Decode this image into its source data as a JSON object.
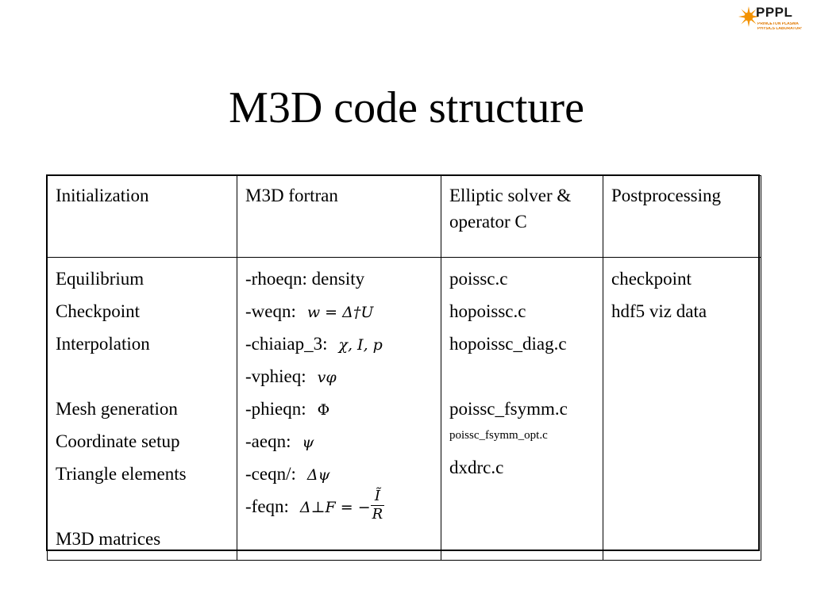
{
  "logo": {
    "name": "PPPL",
    "line1": "PRINCETON PLASMA",
    "line2": "PHYSICS LABORATORY"
  },
  "title": "M3D code structure",
  "table": {
    "headers": [
      "Initialization",
      "M3D fortran",
      "Elliptic solver & operator C",
      "Postprocessing"
    ],
    "initialization": [
      "Equilibrium",
      "Checkpoint",
      "Interpolation",
      "",
      "Mesh generation",
      "Coordinate setup",
      "Triangle elements",
      "",
      "M3D matrices"
    ],
    "fortran": [
      {
        "label": "-rhoeqn: density",
        "math": ""
      },
      {
        "label": "-weqn:",
        "math": "w = Δ†U"
      },
      {
        "label": "-chiaiap_3:",
        "math": "χ, I, p"
      },
      {
        "label": "-vphieq:",
        "math": "vφ"
      },
      {
        "label": "-phieqn:",
        "math": "Φ"
      },
      {
        "label": "-aeqn:",
        "math": "ψ"
      },
      {
        "label": "-ceqn/:",
        "math": "Δψ"
      },
      {
        "label": "-feqn:",
        "math": "Δ⊥F = −",
        "frac_num": "Ĩ",
        "frac_den": "R"
      }
    ],
    "elliptic": [
      "poissc.c",
      "hopoissc.c",
      "hopoissc_diag.c",
      "",
      "poissc_fsymm.c",
      "poissc_fsymm_opt.c",
      "dxdrc.c"
    ],
    "postprocessing": [
      "checkpoint",
      "hdf5 viz data"
    ]
  }
}
